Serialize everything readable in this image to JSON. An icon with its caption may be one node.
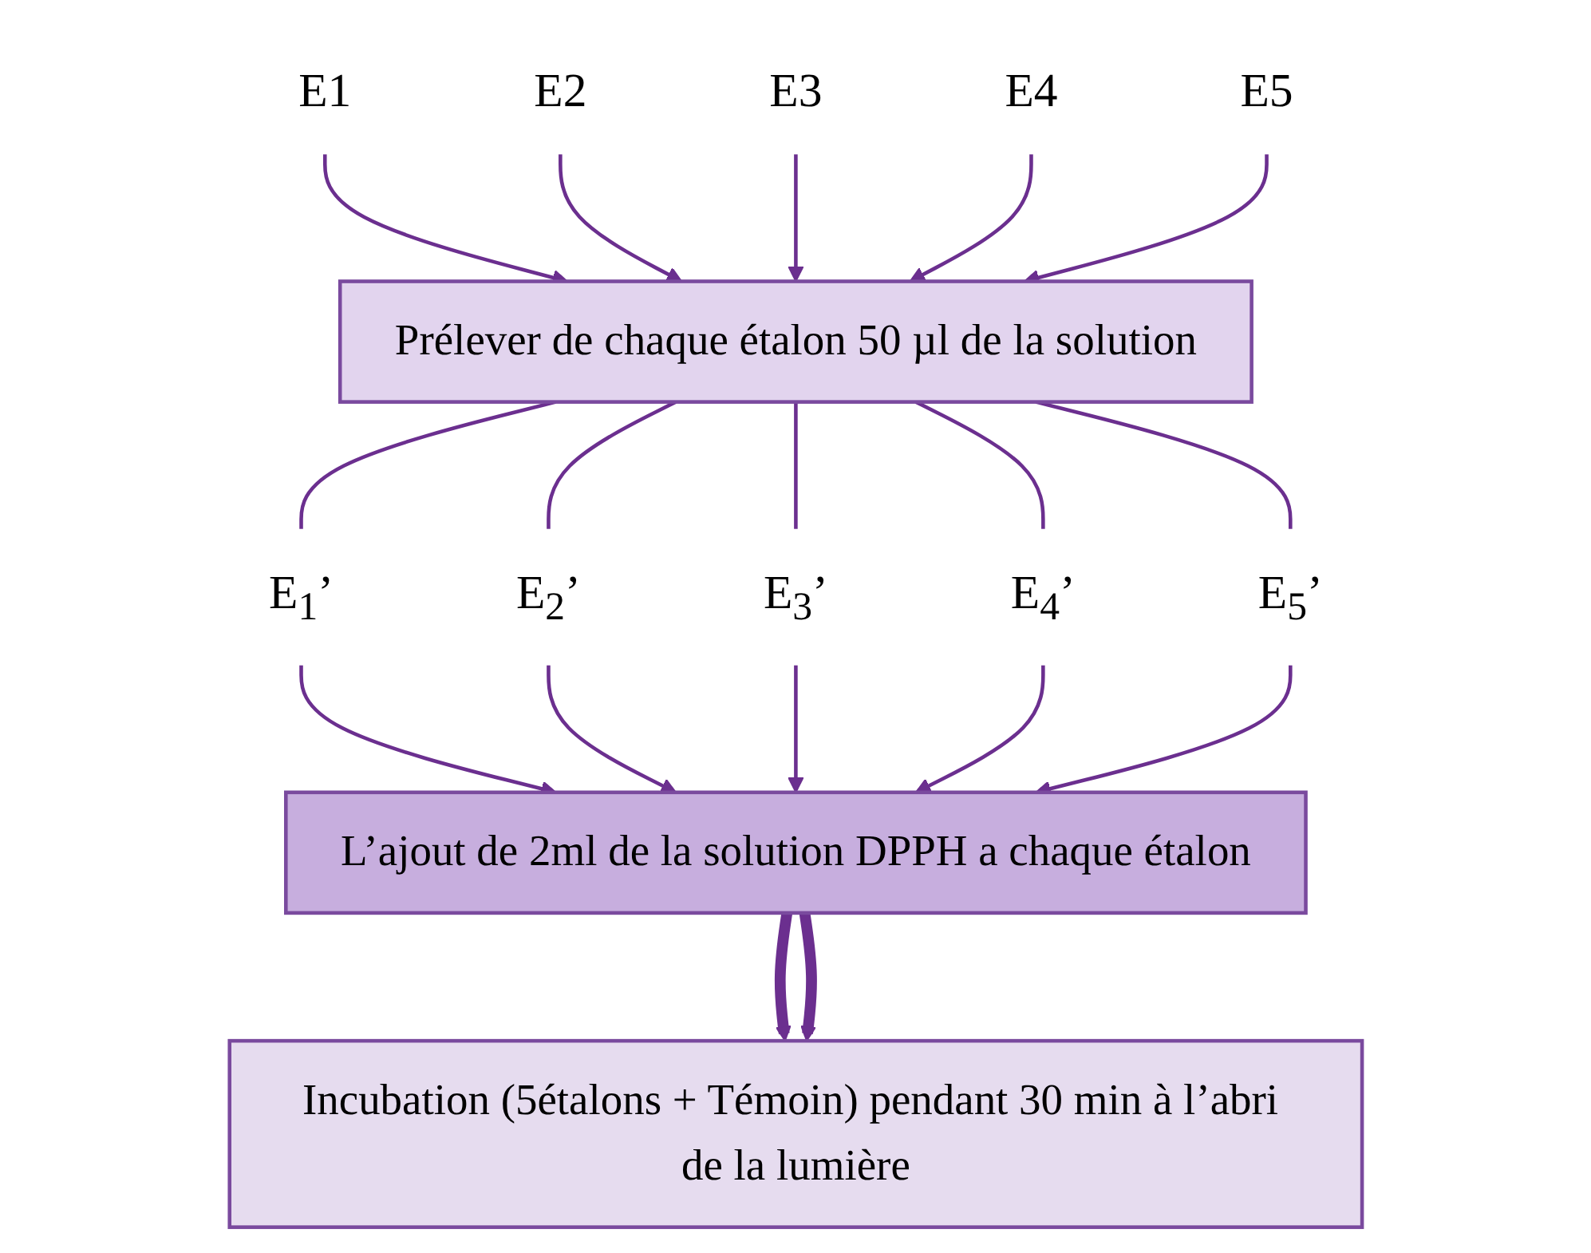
{
  "diagram": {
    "nodes": [
      {
        "text": [
          "E1"
        ]
      },
      {
        "text": [
          "E2"
        ]
      },
      {
        "text": [
          "E3"
        ]
      },
      {
        "text": [
          "E4"
        ]
      },
      {
        "text": [
          "E5"
        ]
      },
      {
        "text": [
          "Prélever de chaque étalon 50 µl de la solution"
        ]
      },
      {
        "text": [
          "E$_{1}$’"
        ]
      },
      {
        "text": [
          "E$_{2}$’"
        ]
      },
      {
        "text": [
          "E$_{3}$’"
        ]
      },
      {
        "text": [
          "E$_{4}$’"
        ]
      },
      {
        "text": [
          "E$_{5}$’"
        ]
      },
      {
        "text": [
          "L’ajout de 2ml de la solution DPPH a chaque étalon"
        ]
      },
      {
        "text": [
          "Incubation (5étalons + Témoin) pendant 30 min à l’abri de la lumière"
        ]
      }
    ],
    "edges": [
      {
        "from": 0,
        "to": 5,
        "arrow": "to"
      },
      {
        "from": 1,
        "to": 5,
        "arrow": "to"
      },
      {
        "from": 2,
        "to": 5,
        "arrow": "to"
      },
      {
        "from": 3,
        "to": 5,
        "arrow": "to"
      },
      {
        "from": 4,
        "to": 5,
        "arrow": "to"
      },
      {
        "from": 5,
        "to": 6,
        "arrow": "none"
      },
      {
        "from": 5,
        "to": 7,
        "arrow": "none"
      },
      {
        "from": 5,
        "to": 8,
        "arrow": "none"
      },
      {
        "from": 5,
        "to": 9,
        "arrow": "none"
      },
      {
        "from": 5,
        "to": 10,
        "arrow": "none"
      },
      {
        "from": 6,
        "to": 11,
        "arrow": "to"
      },
      {
        "from": 7,
        "to": 11,
        "arrow": "to"
      },
      {
        "from": 8,
        "to": 11,
        "arrow": "to"
      },
      {
        "from": 9,
        "to": 11,
        "arrow": "to"
      },
      {
        "from": 10,
        "to": 11,
        "arrow": "to"
      },
      {
        "from": 11,
        "to": 12,
        "arrow": "to",
        "style": "thick"
      },
      {
        "from": 11,
        "to": 12,
        "arrow": "to",
        "style": "thick"
      }
    ]
  }
}
